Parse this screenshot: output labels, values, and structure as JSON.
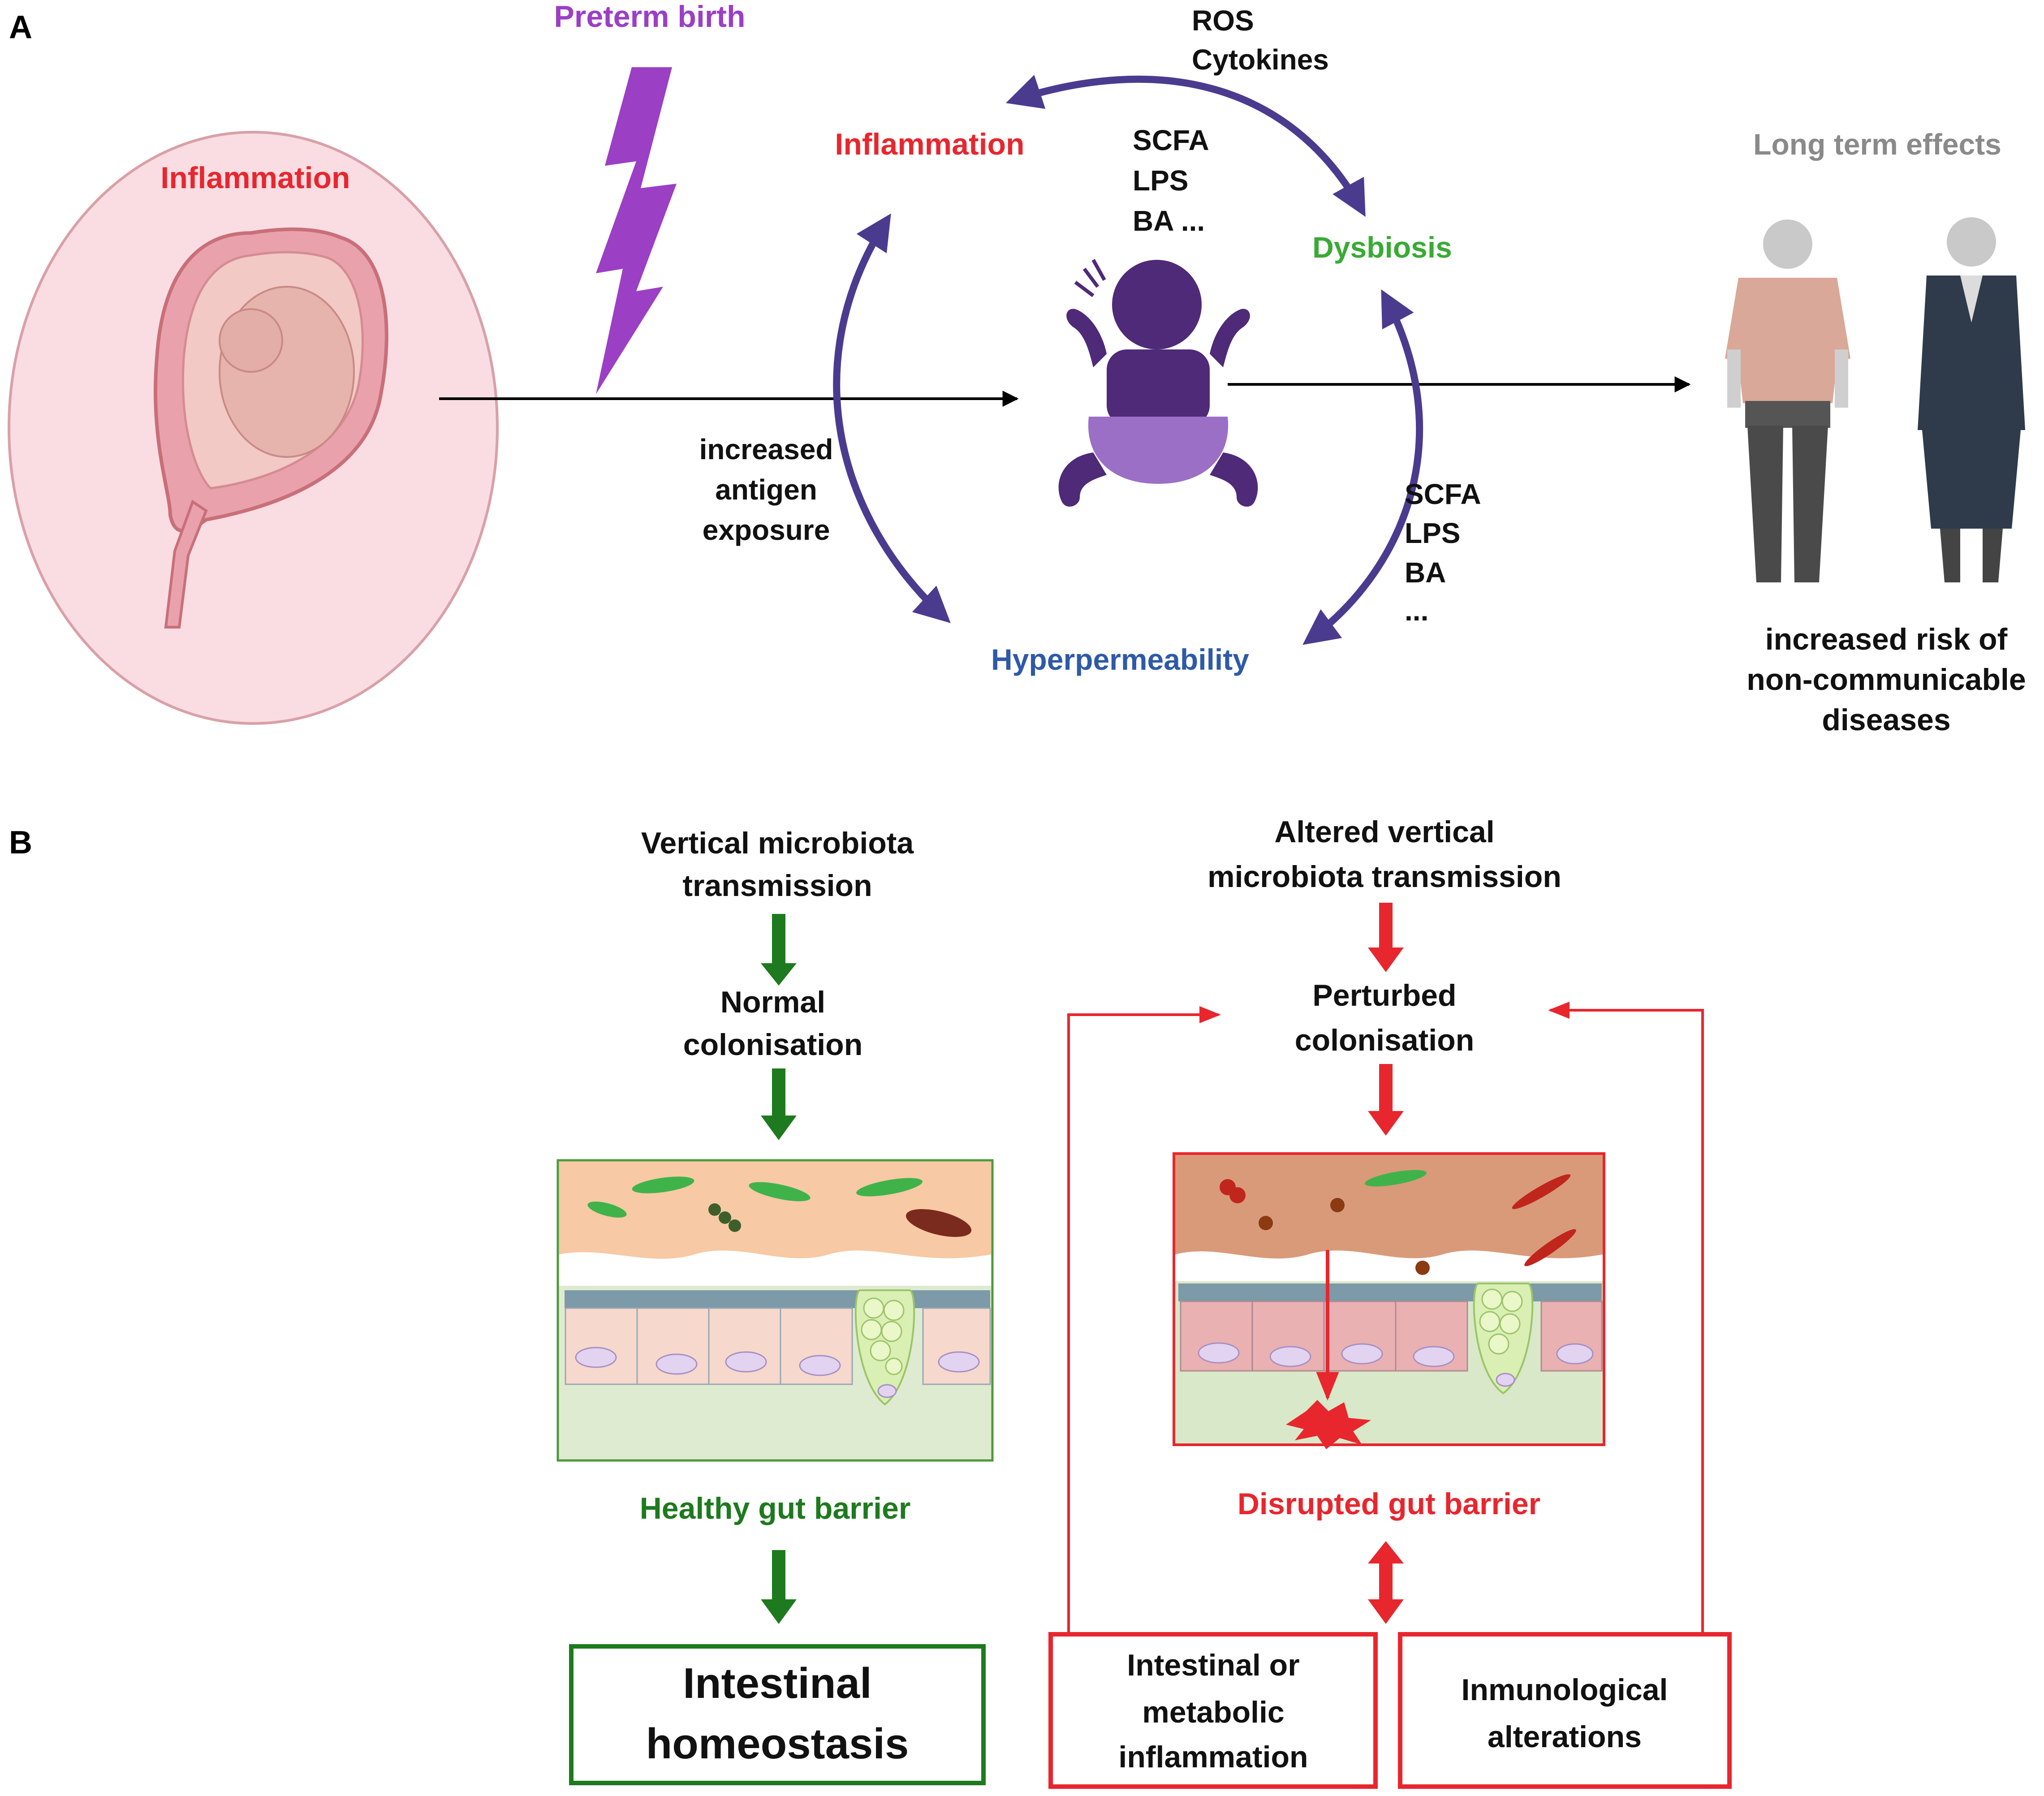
{
  "panel_a": {
    "label": "A",
    "preterm_birth": "Preterm birth",
    "maternal_inflammation": "Inflammation",
    "ros": "ROS",
    "cytokines": "Cytokines",
    "inflammation": "Inflammation",
    "metabolites_top": {
      "l1": "SCFA",
      "l2": "LPS",
      "l3": "BA ..."
    },
    "dysbiosis": "Dysbiosis",
    "antigen": {
      "l1": "increased",
      "l2": "antigen",
      "l3": "exposure"
    },
    "metabolites_right": {
      "l1": "SCFA",
      "l2": "LPS",
      "l3": "BA",
      "l4": "..."
    },
    "hyperpermeability": "Hyperpermeability",
    "long_term": "Long term effects",
    "risk": {
      "l1": "increased risk  of",
      "l2": "non-communicable",
      "l3": "diseases"
    }
  },
  "panel_b": {
    "label": "B",
    "left": {
      "transmission": {
        "l1": "Vertical microbiota",
        "l2": "transmission"
      },
      "colonisation": {
        "l1": "Normal",
        "l2": "colonisation"
      },
      "barrier": "Healthy gut barrier",
      "outcome": {
        "l1": "Intestinal",
        "l2": "homeostasis"
      }
    },
    "right": {
      "transmission": {
        "l1": "Altered vertical",
        "l2": "microbiota transmission"
      },
      "colonisation": {
        "l1": "Perturbed",
        "l2": "colonisation"
      },
      "barrier": "Disrupted gut barrier",
      "outcome1": {
        "l1": "Intestinal or",
        "l2": "metabolic",
        "l3": "inflammation"
      },
      "outcome2": {
        "l1": "Inmunological",
        "l2": "alterations"
      }
    }
  },
  "colors": {
    "red": "#e8262e",
    "dark_red": "#d32f2f",
    "green_text": "#3aaa35",
    "green_dark": "#1e7a1e",
    "purple": "#9b3fc4",
    "arrow_purple": "#4b3b8f",
    "blue": "#2e5aa8",
    "grey": "#8a8a8a"
  }
}
